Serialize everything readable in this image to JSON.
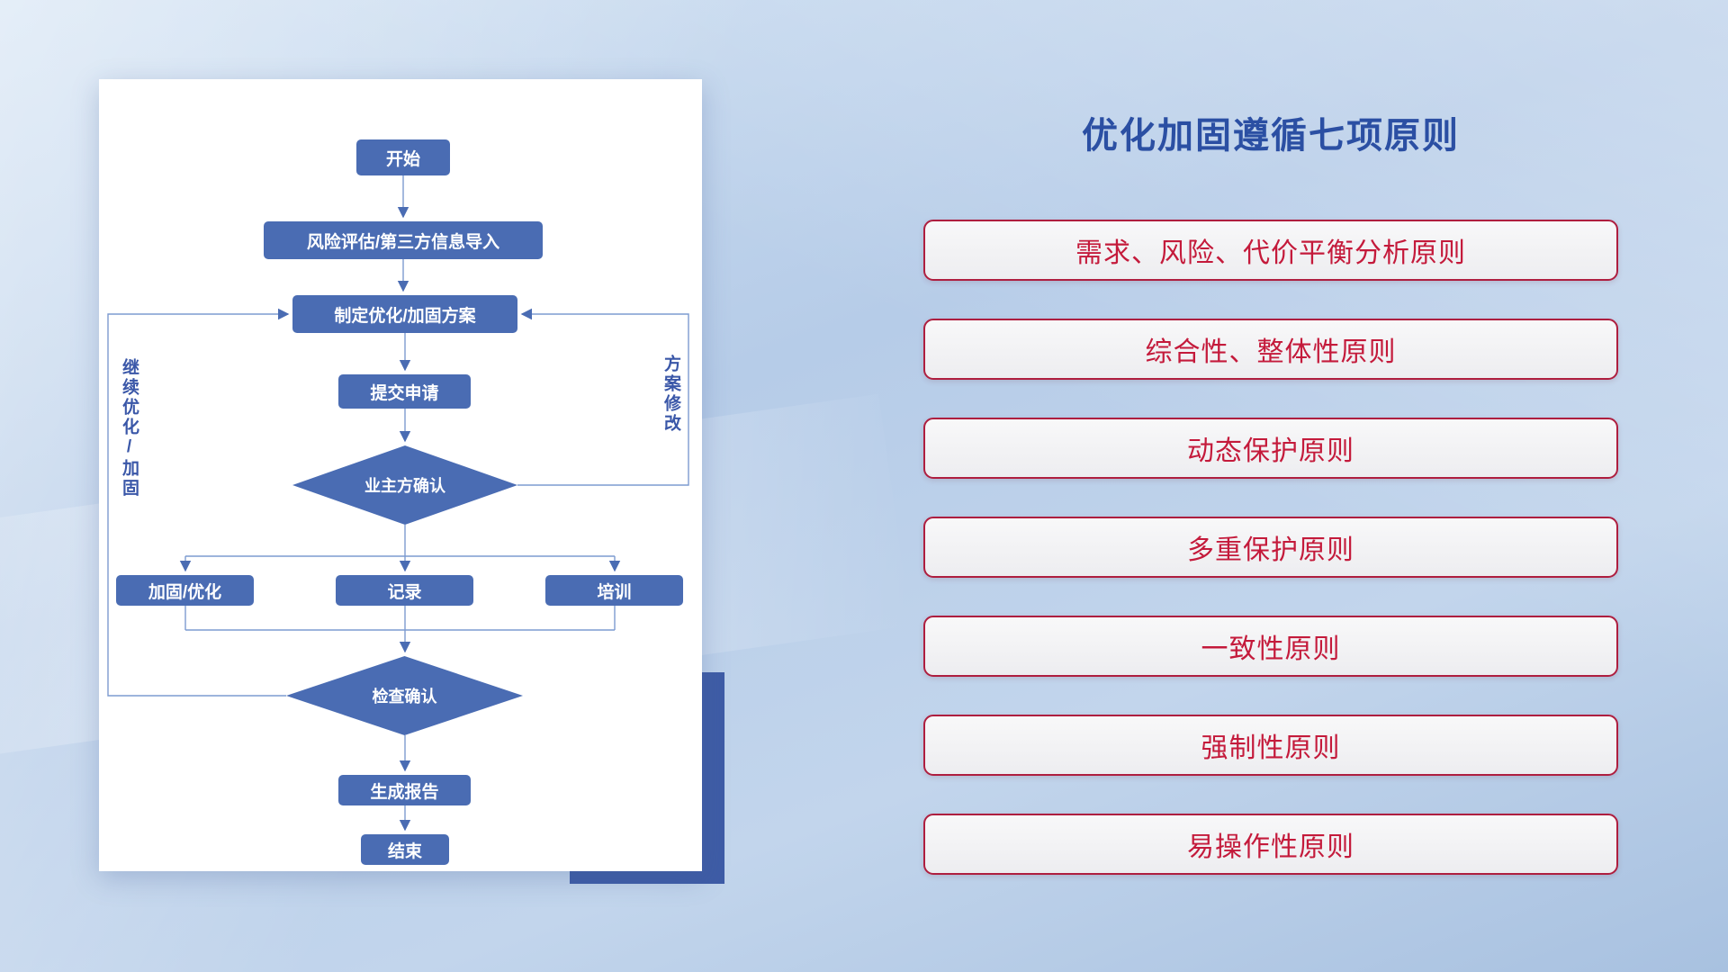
{
  "flowchart": {
    "nodes": {
      "start": "开始",
      "risk_import": "风险评估/第三方信息导入",
      "plan": "制定优化/加固方案",
      "submit": "提交申请",
      "owner_confirm": "业主方确认",
      "harden": "加固/优化",
      "record": "记录",
      "training": "培训",
      "check_confirm": "检查确认",
      "report": "生成报告",
      "end": "结束"
    },
    "loop_labels": {
      "continue_optimize": "继续优化/加固",
      "plan_revision": "方案修改"
    }
  },
  "panel": {
    "title": "优化加固遵循七项原则",
    "principles": [
      "需求、风险、代价平衡分析原则",
      "综合性、整体性原则",
      "动态保护原则",
      "多重保护原则",
      "一致性原则",
      "强制性原则",
      "易操作性原则"
    ]
  },
  "colors": {
    "node_fill": "#4a6cb3",
    "connector_line": "#7d9bd0",
    "title_blue": "#2b4fa3",
    "principle_red": "#c41a3b",
    "shadow_block_blue": "#3e5ca6"
  }
}
